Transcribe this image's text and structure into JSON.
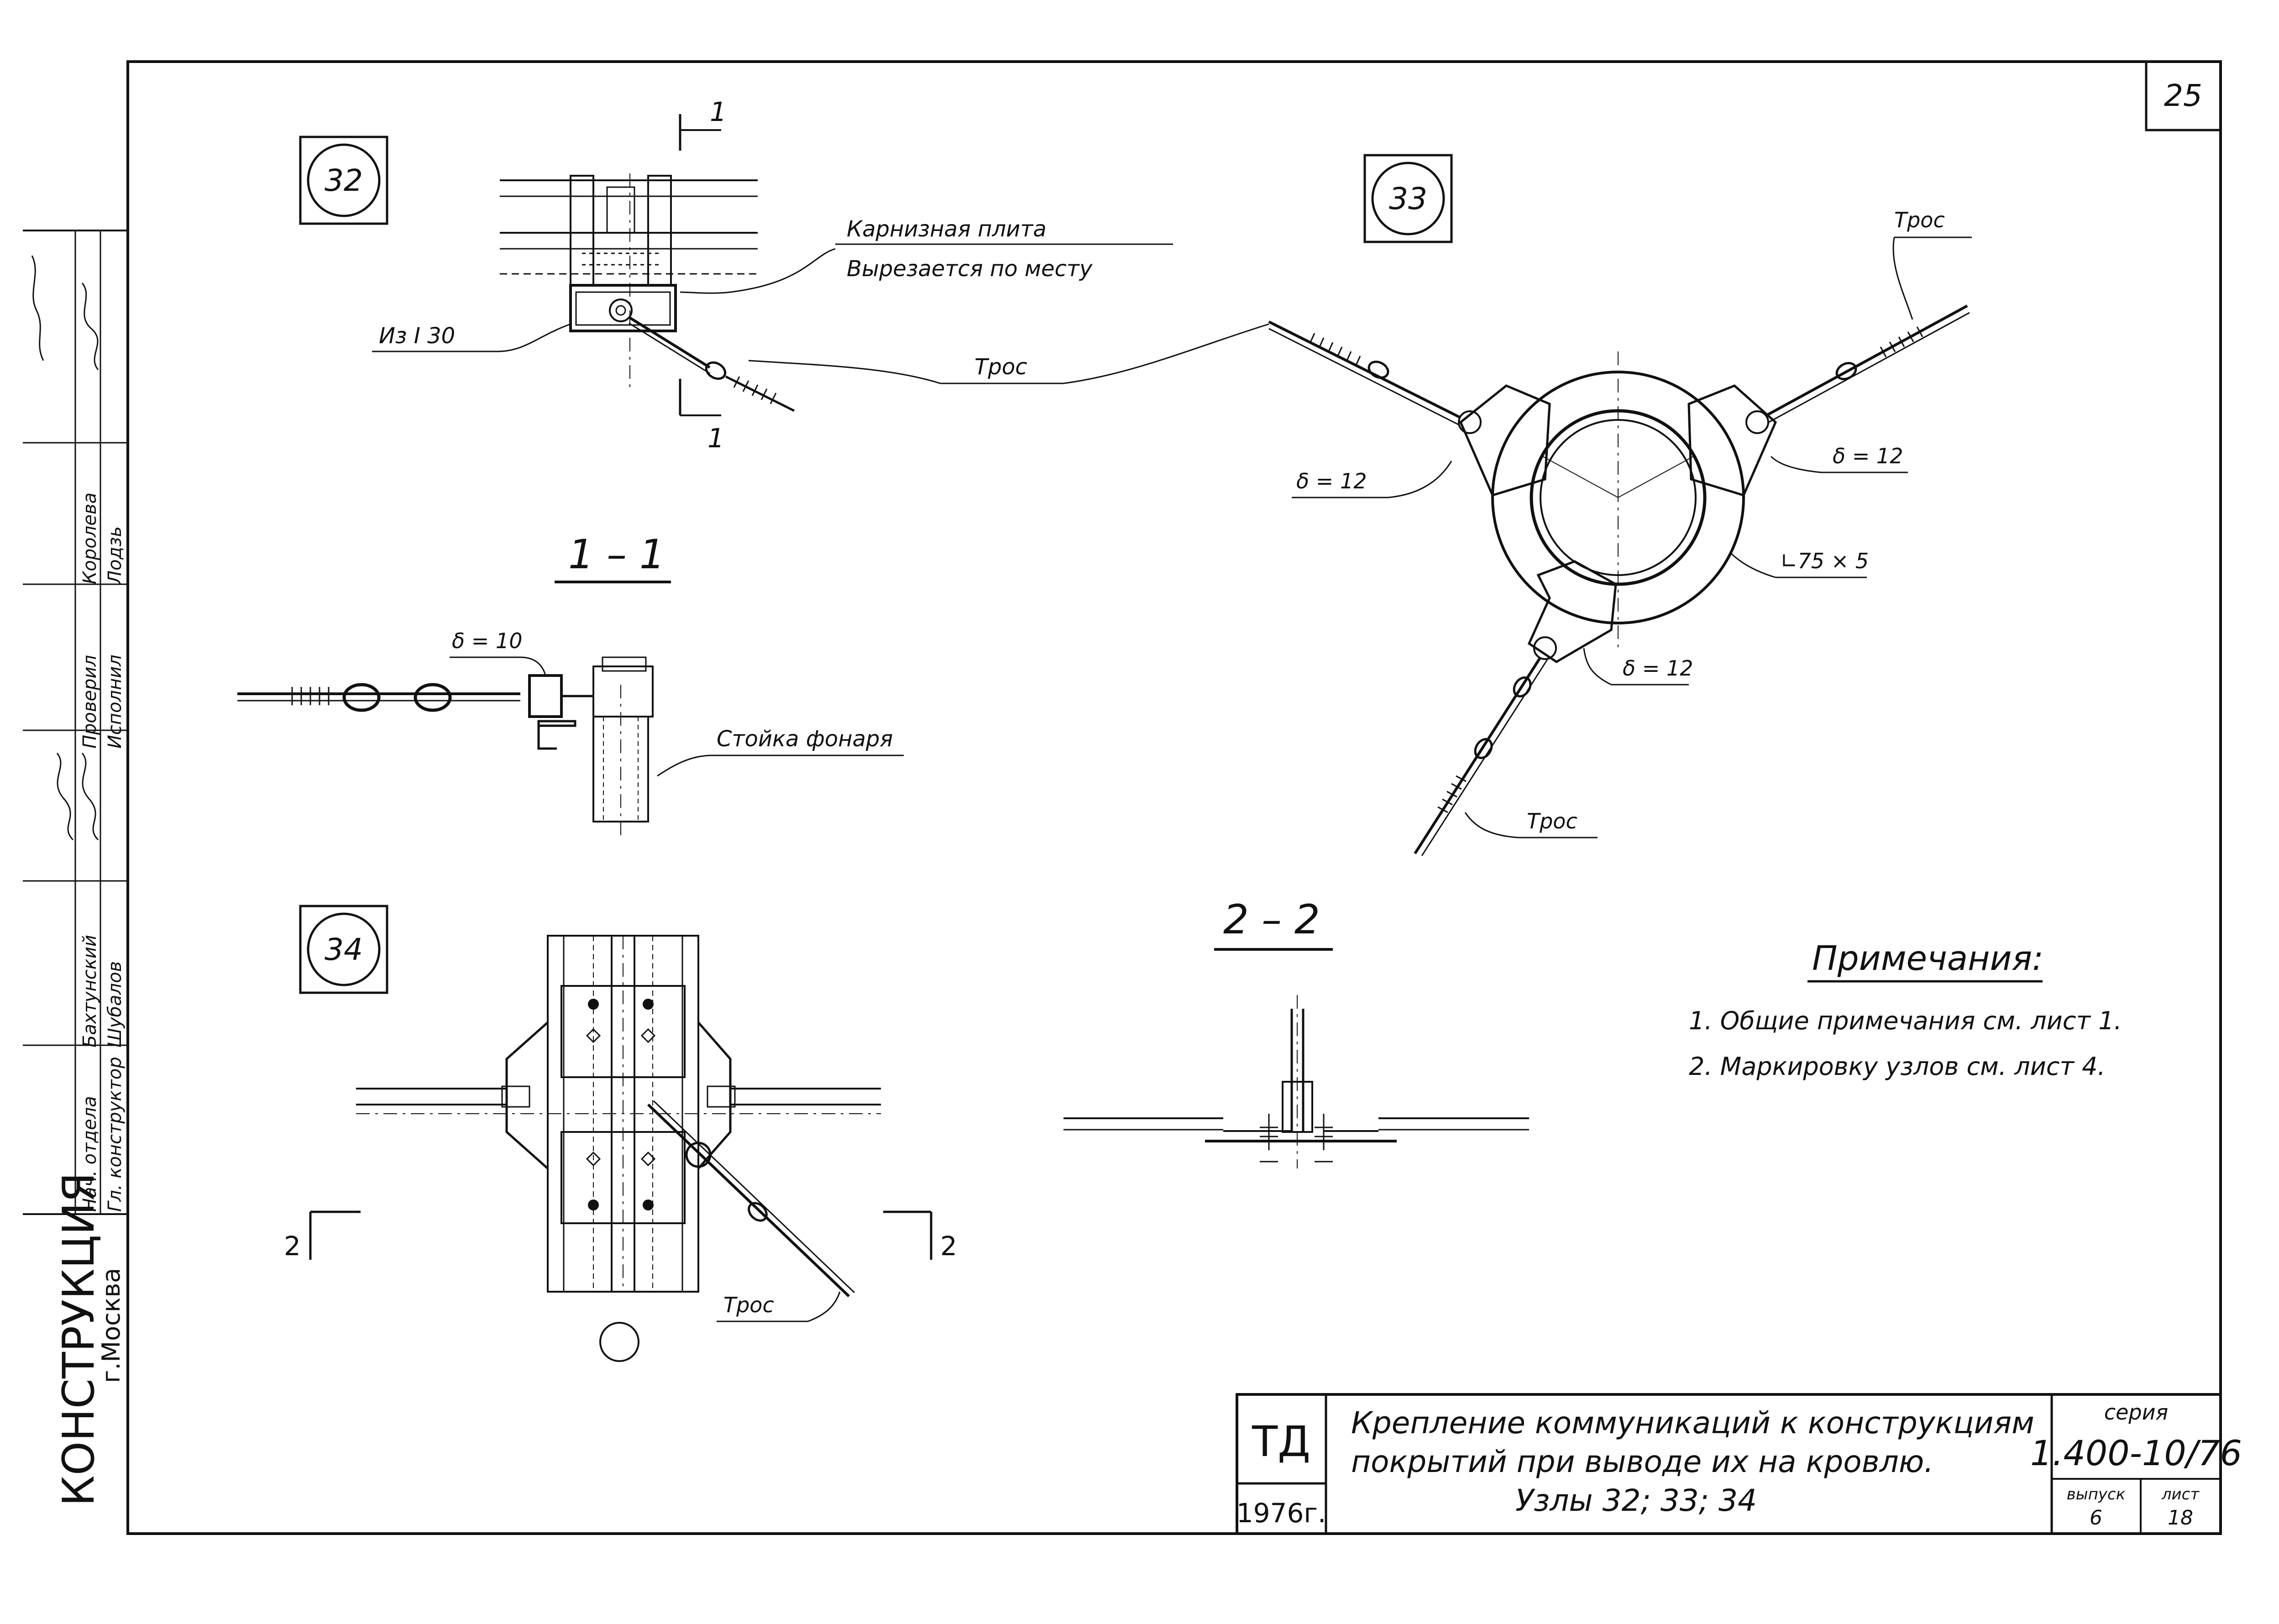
{
  "sheet_number": "25",
  "nodes": {
    "n32": "32",
    "n33": "33",
    "n34": "34"
  },
  "sections": {
    "s11_title": "1 – 1",
    "s22_title": "2 – 2",
    "cut1_left": "1",
    "cut1_right": "1",
    "cut2_left": "2",
    "cut2_right": "2"
  },
  "labels": {
    "karniznaya": "Карнизная плита",
    "vyrezaetsya": "Вырезается по месту",
    "iz_i30": "Из I 30",
    "tros_32": "Трос",
    "delta10": "δ = 10",
    "stoyka": "Стойка фонаря",
    "tros_33_top": "Трос",
    "tros_33_bottom": "Трос",
    "delta12_left": "δ = 12",
    "delta12_right": "δ = 12",
    "delta12_bottom": "δ = 12",
    "angle": "∟75 × 5",
    "tros_34": "Трос"
  },
  "notes": {
    "title": "Примечания:",
    "items": [
      "1. Общие примечания см. лист 1.",
      "2. Маркировку узлов см. лист 4."
    ]
  },
  "title_block": {
    "org": "ТД",
    "year": "1976г.",
    "title_line1": "Крепление коммуникаций к конструкциям",
    "title_line2": "покрытий при выводе их на кровлю.",
    "title_line3": "Узлы 32; 33; 34",
    "series_label": "серия",
    "series": "1.400-10/76",
    "issue_label": "выпуск",
    "issue": "6",
    "sheet_label": "лист",
    "sheet": "18"
  },
  "side_stamp": {
    "org": "КОНСТРУКЦИЯ",
    "city": "г.Москва",
    "roles": [
      "Нач. отдела",
      "Гл. конструктор",
      "Проверил",
      "Исполнил"
    ],
    "names": [
      "Бахтунский",
      "Шубалов",
      "Королева",
      "Лодзь"
    ]
  }
}
